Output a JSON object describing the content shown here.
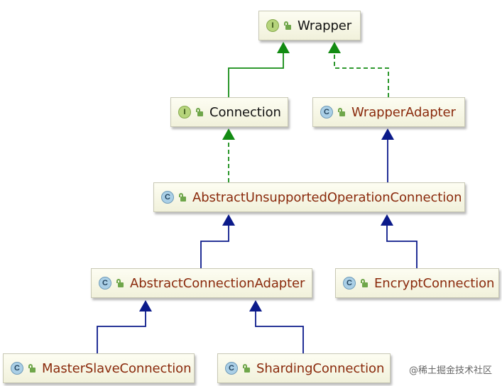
{
  "nodes": {
    "wrapper": {
      "kind": "I",
      "label": "Wrapper"
    },
    "connection": {
      "kind": "I",
      "label": "Connection"
    },
    "wrapper_adapter": {
      "kind": "C",
      "label": "WrapperAdapter"
    },
    "abstract_unsupported": {
      "kind": "C",
      "label": "AbstractUnsupportedOperationConnection"
    },
    "abstract_connection_adapter": {
      "kind": "C",
      "label": "AbstractConnectionAdapter"
    },
    "encrypt_connection": {
      "kind": "C",
      "label": "EncryptConnection"
    },
    "master_slave_connection": {
      "kind": "C",
      "label": "MasterSlaveConnection"
    },
    "sharding_connection": {
      "kind": "C",
      "label": "ShardingConnection"
    }
  },
  "edges": [
    {
      "from": "connection",
      "to": "wrapper",
      "type": "interface-extends"
    },
    {
      "from": "wrapper_adapter",
      "to": "wrapper",
      "type": "implements"
    },
    {
      "from": "abstract_unsupported",
      "to": "connection",
      "type": "implements"
    },
    {
      "from": "abstract_unsupported",
      "to": "wrapper_adapter",
      "type": "extends"
    },
    {
      "from": "abstract_connection_adapter",
      "to": "abstract_unsupported",
      "type": "extends"
    },
    {
      "from": "encrypt_connection",
      "to": "abstract_unsupported",
      "type": "extends"
    },
    {
      "from": "master_slave_connection",
      "to": "abstract_connection_adapter",
      "type": "extends"
    },
    {
      "from": "sharding_connection",
      "to": "abstract_connection_adapter",
      "type": "extends"
    }
  ],
  "colors": {
    "interface_extends": "#128b12",
    "class_extends": "#0b1a8a",
    "class_label": "#8a2a0c",
    "interface_label": "#111111"
  },
  "watermark": "@稀土掘金技术社区"
}
